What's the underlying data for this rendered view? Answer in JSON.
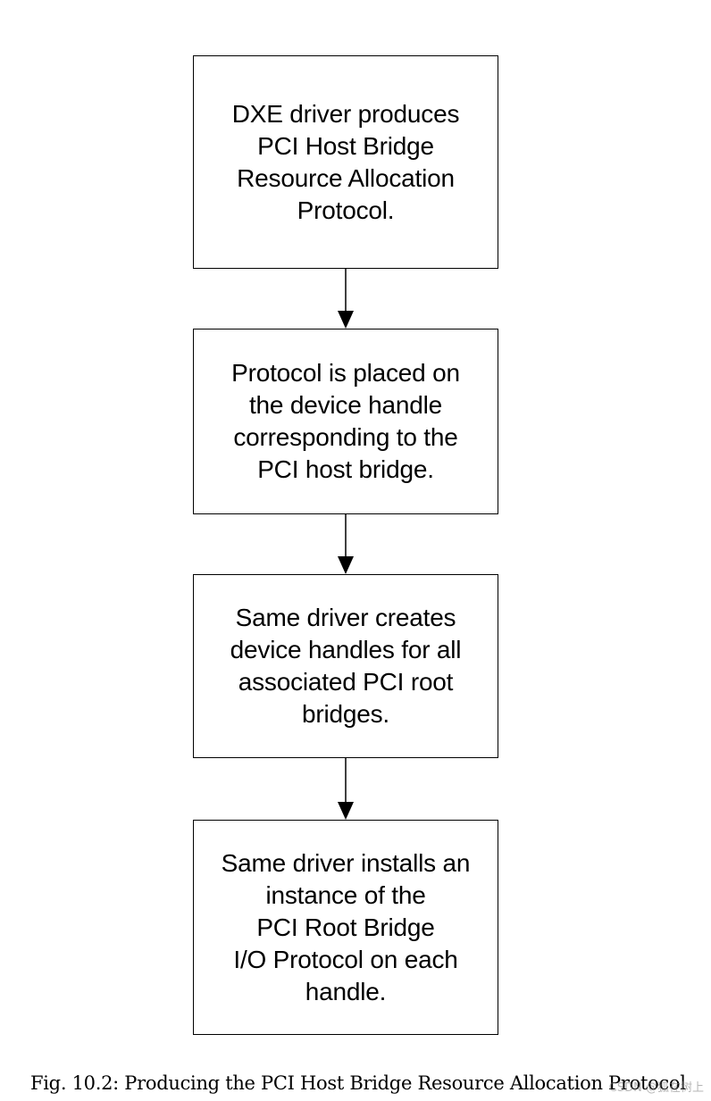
{
  "diagram": {
    "steps": [
      {
        "lines": [
          "DXE driver produces",
          "PCI Host Bridge",
          "Resource Allocation",
          "Protocol."
        ]
      },
      {
        "lines": [
          "Protocol is placed on",
          "the device handle",
          "corresponding to the",
          "PCI host bridge."
        ]
      },
      {
        "lines": [
          "Same driver creates",
          "device handles for all",
          "associated PCI root",
          "bridges."
        ]
      },
      {
        "lines": [
          "Same driver installs an",
          "instance of the",
          "PCI Root Bridge",
          "I/O Protocol on each",
          "handle."
        ]
      }
    ]
  },
  "caption": "Fig. 10.2: Producing the PCI Host Bridge Resource Allocation Protocol",
  "watermark": "CSDN @狐在树上",
  "colors": {
    "stroke": "#000000",
    "background": "#ffffff"
  }
}
